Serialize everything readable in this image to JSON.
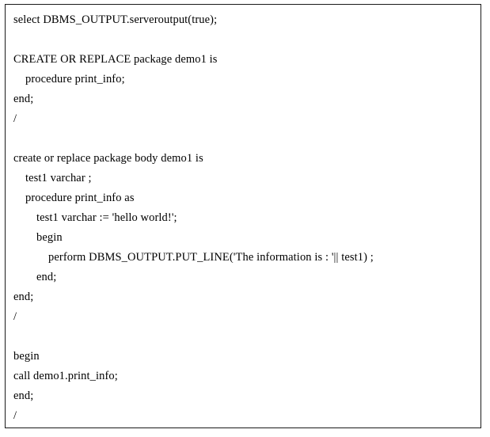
{
  "document": {
    "type": "code-listing",
    "language": "PL/SQL",
    "background_color": "#ffffff",
    "text_color": "#000000",
    "border_color": "#1a1a1a",
    "lines": [
      {
        "indent": 0,
        "text": "select DBMS_OUTPUT.serveroutput(true);"
      },
      {
        "indent": 0,
        "text": ""
      },
      {
        "indent": 0,
        "text": "CREATE OR REPLACE package demo1 is"
      },
      {
        "indent": 1,
        "text": "procedure print_info;"
      },
      {
        "indent": 0,
        "text": "end;"
      },
      {
        "indent": 0,
        "text": "/"
      },
      {
        "indent": 0,
        "text": ""
      },
      {
        "indent": 0,
        "text": "create or replace package body demo1 is"
      },
      {
        "indent": 1,
        "text": "test1 varchar ;"
      },
      {
        "indent": 1,
        "text": "procedure print_info as"
      },
      {
        "indent": 2,
        "text": "test1 varchar := 'hello world!';"
      },
      {
        "indent": 2,
        "text": "begin"
      },
      {
        "indent": 3,
        "text": "perform DBMS_OUTPUT.PUT_LINE('The information is : '|| test1) ;"
      },
      {
        "indent": 2,
        "text": "end;"
      },
      {
        "indent": 0,
        "text": "end;"
      },
      {
        "indent": 0,
        "text": "/"
      },
      {
        "indent": 0,
        "text": ""
      },
      {
        "indent": 0,
        "text": "begin"
      },
      {
        "indent": 0,
        "text": "call demo1.print_info;"
      },
      {
        "indent": 0,
        "text": "end;"
      },
      {
        "indent": 0,
        "text": "/"
      }
    ]
  }
}
